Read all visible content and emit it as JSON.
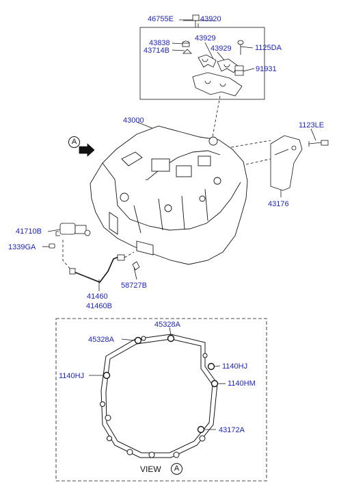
{
  "labels": {
    "p46755e": "46755E",
    "p43920": "43920",
    "p43838": "43838",
    "p43714b": "43714B",
    "p43929a": "43929",
    "p43929b": "43929",
    "p1125da": "1125DA",
    "p91931": "91931",
    "p43000": "43000",
    "p1123le": "1123LE",
    "p43176": "43176",
    "p41710b": "41710B",
    "p1339ga": "1339GA",
    "p58727b": "58727B",
    "p41460": "41460",
    "p41460b": "41460B",
    "p45328a_top": "45328A",
    "p45328a_left": "45328A",
    "p1140hj_left": "1140HJ",
    "p1140hj_right": "1140HJ",
    "p1140hm": "1140HM",
    "p43172a": "43172A"
  },
  "view": {
    "word": "VIEW",
    "ref_top": "A",
    "ref_bottom": "A"
  },
  "colors": {
    "label": "#1a1fc0",
    "line": "#111111"
  }
}
